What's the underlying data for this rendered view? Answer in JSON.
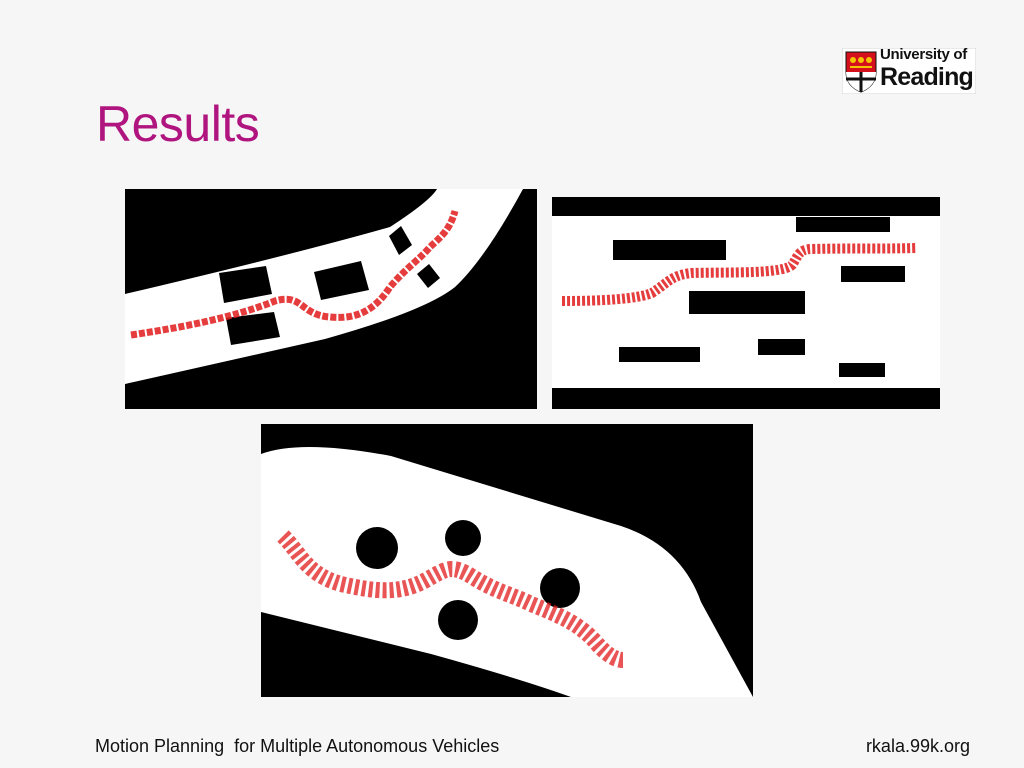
{
  "slide": {
    "title": "Results"
  },
  "logo": {
    "line1": "University of",
    "line2": "Reading"
  },
  "footer": {
    "left": "Motion Planning  for Multiple Autonomous Vehicles",
    "right": "rkala.99k.org"
  },
  "colors": {
    "title": "#b0157f",
    "path": "#e11b1b",
    "obstacle": "#000000"
  }
}
